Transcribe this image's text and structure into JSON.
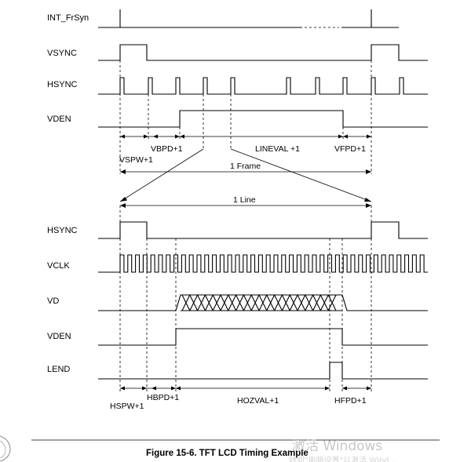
{
  "signals": {
    "int_frsyn": "INT_FrSyn",
    "vsync": "VSYNC",
    "hsync_top": "HSYNC",
    "vden_top": "VDEN",
    "hsync_bottom": "HSYNC",
    "vclk": "VCLK",
    "vd": "VD",
    "vden_bottom": "VDEN",
    "lend": "LEND"
  },
  "frame_annotations": {
    "vbpd": "VBPD+1",
    "lineval": "LINEVAL +1",
    "vfpd": "VFPD+1",
    "vspw": "VSPW+1",
    "frame": "1 Frame"
  },
  "line_annotations": {
    "line": "1 Line",
    "hspw": "HSPW+1",
    "hbpd": "HBPD+1",
    "hozval": "HOZVAL+1",
    "hfpd": "HFPD+1"
  },
  "caption": "Figure 15-6. TFT LCD Timing Example",
  "watermark": {
    "line1": "激活 Windows",
    "line2": "转到\"电脑设置\"以激活 Wind..."
  }
}
